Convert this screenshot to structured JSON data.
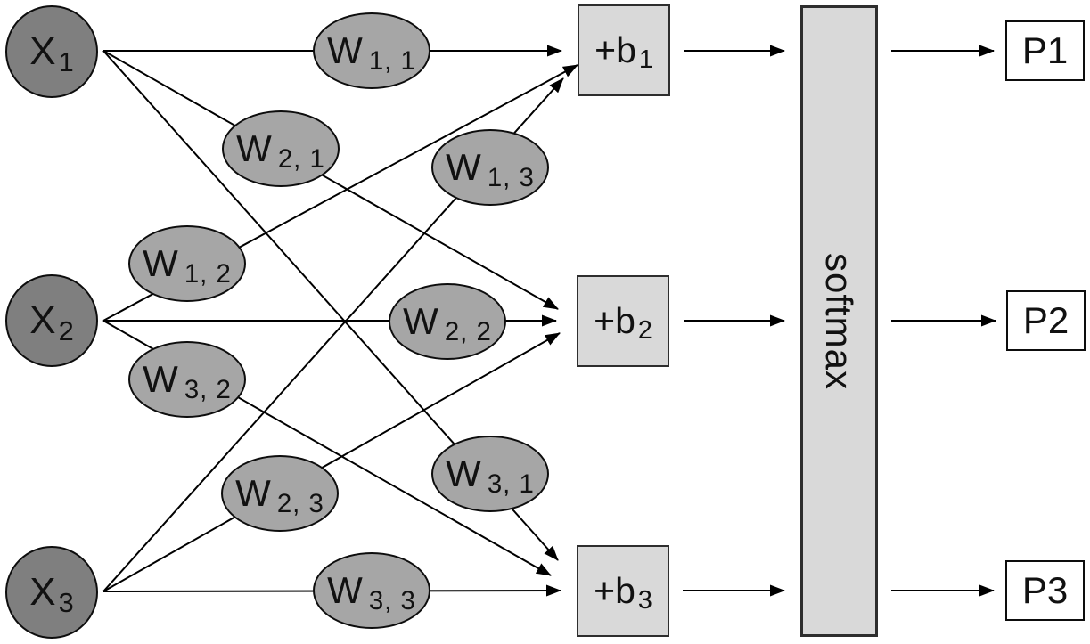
{
  "diagram": {
    "inputs": [
      {
        "id": "x1",
        "main": "X",
        "sub": "1"
      },
      {
        "id": "x2",
        "main": "X",
        "sub": "2"
      },
      {
        "id": "x3",
        "main": "X",
        "sub": "3"
      }
    ],
    "weights": [
      {
        "id": "w11",
        "main": "W",
        "sub": "1, 1"
      },
      {
        "id": "w21",
        "main": "W",
        "sub": "2, 1"
      },
      {
        "id": "w13",
        "main": "W",
        "sub": "1, 3"
      },
      {
        "id": "w12",
        "main": "W",
        "sub": "1, 2"
      },
      {
        "id": "w22",
        "main": "W",
        "sub": "2, 2"
      },
      {
        "id": "w32",
        "main": "W",
        "sub": "3, 2"
      },
      {
        "id": "w31",
        "main": "W",
        "sub": "3, 1"
      },
      {
        "id": "w23",
        "main": "W",
        "sub": "2, 3"
      },
      {
        "id": "w33",
        "main": "W",
        "sub": "3, 3"
      }
    ],
    "biases": [
      {
        "id": "b1",
        "main": "+b",
        "sub": "1"
      },
      {
        "id": "b2",
        "main": "+b",
        "sub": "2"
      },
      {
        "id": "b3",
        "main": "+b",
        "sub": "3"
      }
    ],
    "activation": {
      "label": "softmax"
    },
    "outputs": [
      {
        "id": "p1",
        "label": "P1"
      },
      {
        "id": "p2",
        "label": "P2"
      },
      {
        "id": "p3",
        "label": "P3"
      }
    ],
    "colors": {
      "input_fill": "#7f7f7f",
      "weight_fill": "#a6a6a6",
      "bias_fill": "#d9d9d9",
      "softmax_fill": "#d9d9d9",
      "output_fill": "#ffffff",
      "line": "#000000"
    }
  }
}
